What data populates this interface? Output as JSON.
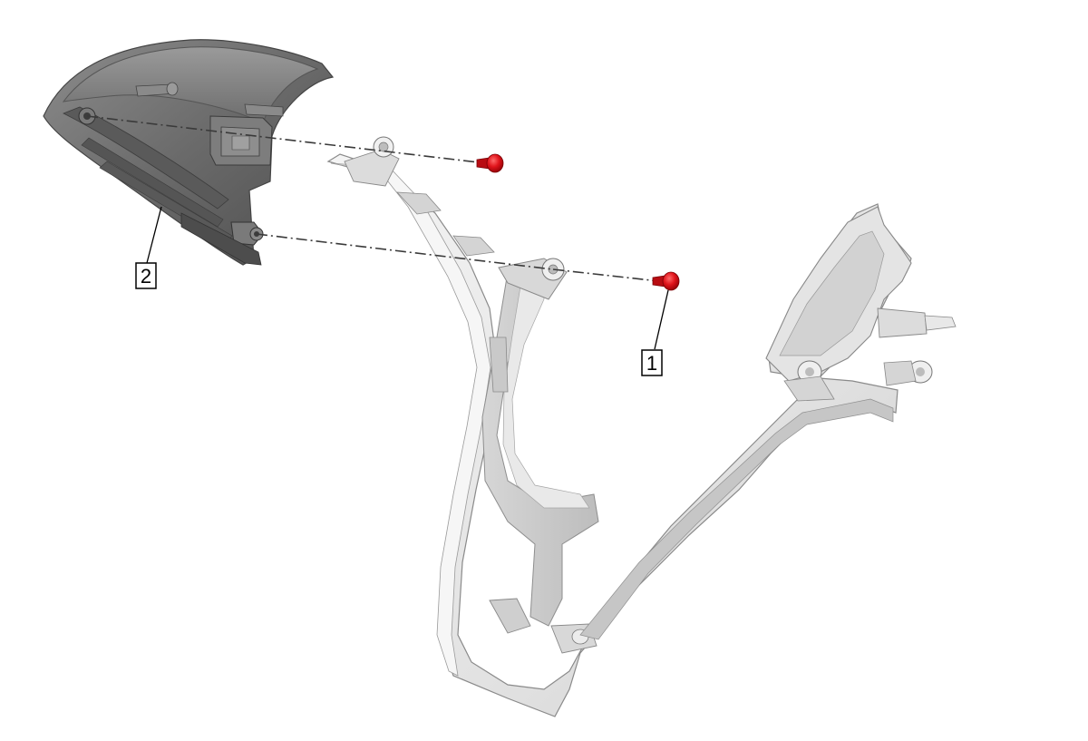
{
  "callouts": [
    {
      "id": "screw",
      "label": "1"
    },
    {
      "id": "switch-cover",
      "label": "2"
    }
  ],
  "colors": {
    "fastener": "#e0141b",
    "dark_part": "#6f6f6f",
    "light_part": "#e8e8e8",
    "outline": "#555555"
  },
  "parts": [
    {
      "id": "switch-cover",
      "name_icon": "steering-switch-cover-icon"
    },
    {
      "id": "lower-cover",
      "name_icon": "steering-wheel-lower-cover-icon"
    },
    {
      "id": "screw",
      "name_icon": "screw-icon"
    }
  ]
}
